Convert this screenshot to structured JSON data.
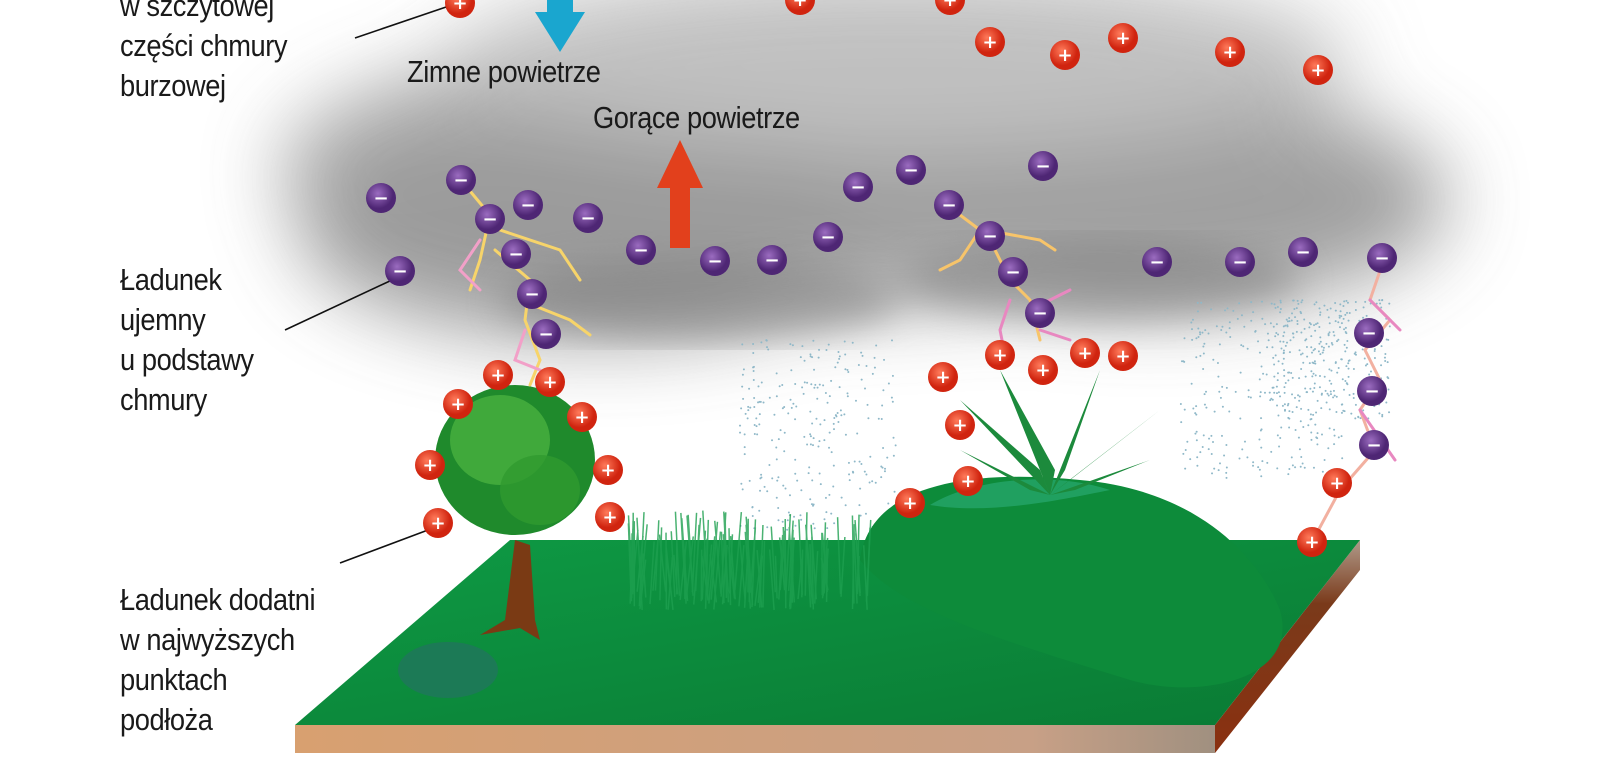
{
  "labels": {
    "top_charge": [
      "w szczytowej",
      "części chmury",
      "burzowej"
    ],
    "cold_air": "Zimne powietrze",
    "hot_air": "Gorące powietrze",
    "negative_charge": [
      "Ładunek",
      "ujemny",
      "u podstawy",
      "chmury"
    ],
    "positive_charge": [
      "Ładunek dodatni",
      "w najwyższych",
      "punktach",
      "podłoża"
    ]
  },
  "symbols": {
    "positive": "+",
    "negative": "−"
  },
  "colors": {
    "positive_charge": "#e53a1e",
    "negative_charge": "#6a3a8f",
    "cold_arrow": "#1aa6cf",
    "hot_arrow": "#e2401c",
    "ground": "#0f8a3c",
    "soil": "#d7a173",
    "cloud": "#8a8a8a"
  }
}
